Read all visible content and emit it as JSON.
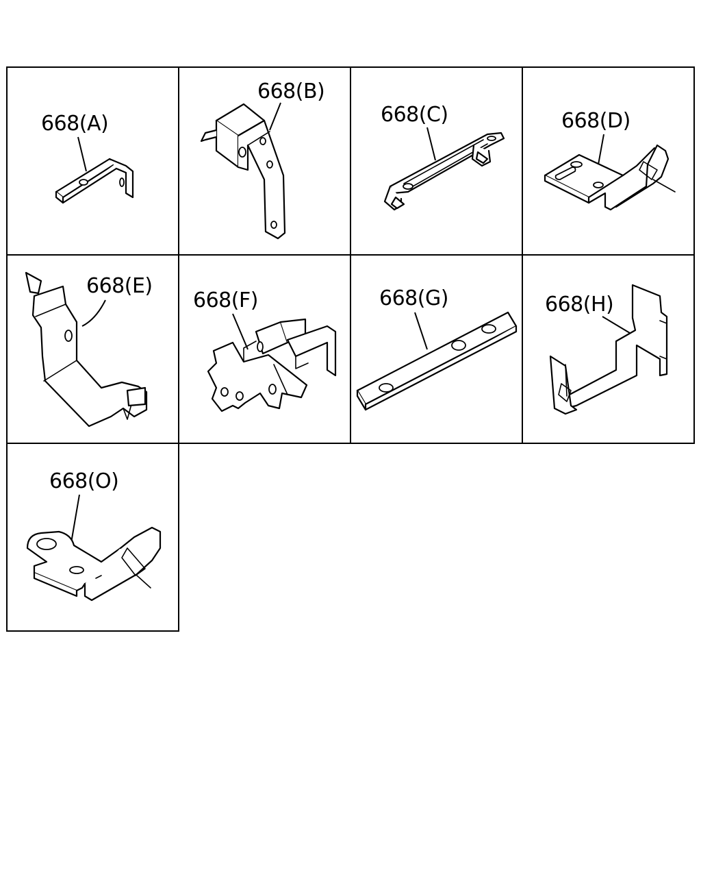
{
  "parts": [
    {
      "key": "A",
      "label": "668(A)"
    },
    {
      "key": "B",
      "label": "668(B)"
    },
    {
      "key": "C",
      "label": "668(C)"
    },
    {
      "key": "D",
      "label": "668(D)"
    },
    {
      "key": "E",
      "label": "668(E)"
    },
    {
      "key": "F",
      "label": "668(F)"
    },
    {
      "key": "G",
      "label": "668(G)"
    },
    {
      "key": "H",
      "label": "668(H)"
    },
    {
      "key": "O",
      "label": "668(O)"
    }
  ]
}
